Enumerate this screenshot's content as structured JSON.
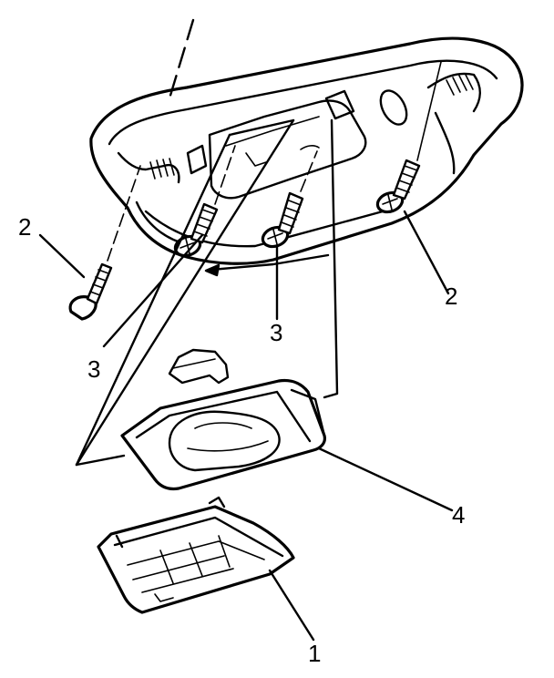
{
  "callouts": {
    "lens": "1",
    "screw_2_left": "2",
    "screw_2_right": "2",
    "screw_3_left": "3",
    "screw_3_center": "3",
    "housing": "4"
  }
}
